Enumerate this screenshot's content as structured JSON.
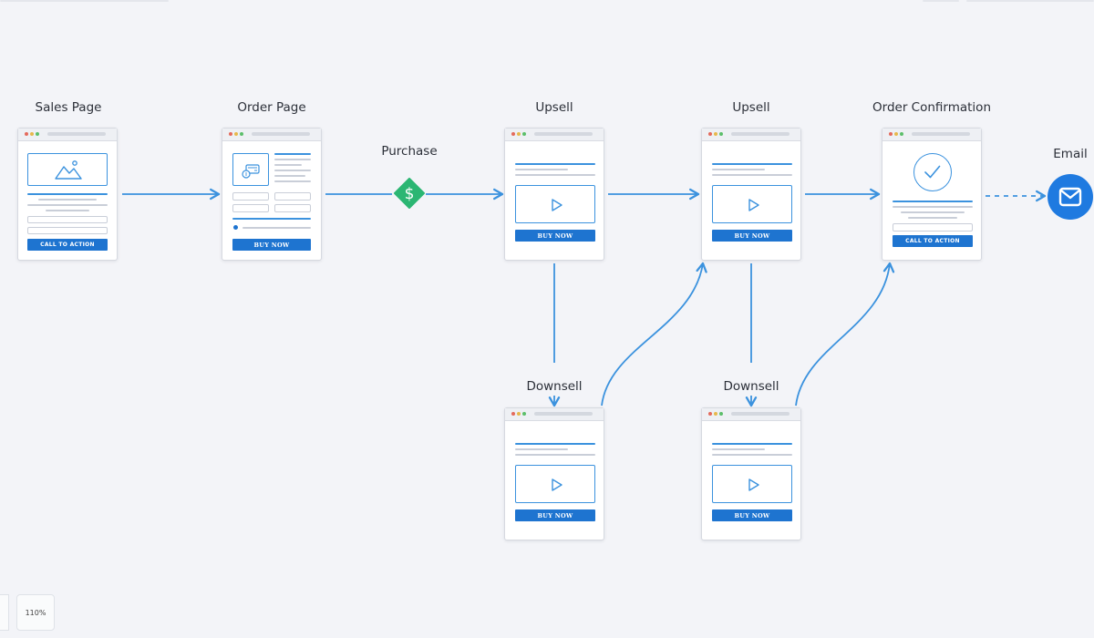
{
  "nodes": {
    "sales_page": {
      "label": "Sales Page",
      "button": "CALL TO ACTION"
    },
    "order_page": {
      "label": "Order Page",
      "button": "BUY NOW"
    },
    "purchase": {
      "label": "Purchase",
      "icon": "dollar-diamond-icon"
    },
    "upsell_1": {
      "label": "Upsell",
      "button": "BUY NOW"
    },
    "upsell_2": {
      "label": "Upsell",
      "button": "BUY NOW"
    },
    "order_confirmation": {
      "label": "Order Confirmation",
      "button": "CALL TO ACTION"
    },
    "email": {
      "label": "Email",
      "icon": "mail-icon"
    },
    "downsell_1": {
      "label": "Downsell",
      "button": "BUY NOW"
    },
    "downsell_2": {
      "label": "Downsell",
      "button": "BUY NOW"
    }
  },
  "edges": [
    {
      "from": "sales_page",
      "to": "order_page",
      "style": "solid"
    },
    {
      "from": "order_page",
      "to": "purchase",
      "style": "solid"
    },
    {
      "from": "purchase",
      "to": "upsell_1",
      "style": "solid"
    },
    {
      "from": "upsell_1",
      "to": "upsell_2",
      "style": "solid"
    },
    {
      "from": "upsell_2",
      "to": "order_confirmation",
      "style": "solid"
    },
    {
      "from": "order_confirmation",
      "to": "email",
      "style": "dashed"
    },
    {
      "from": "upsell_1",
      "to": "downsell_1",
      "style": "solid"
    },
    {
      "from": "downsell_1",
      "to": "upsell_2",
      "style": "solid"
    },
    {
      "from": "upsell_2",
      "to": "downsell_2",
      "style": "solid"
    },
    {
      "from": "downsell_2",
      "to": "order_confirmation",
      "style": "solid"
    }
  ],
  "zoom": {
    "level": "110%"
  },
  "colors": {
    "accent": "#1e74d0",
    "connector": "#3b92de",
    "purchase": "#2bb673",
    "background": "#f3f4f8"
  }
}
